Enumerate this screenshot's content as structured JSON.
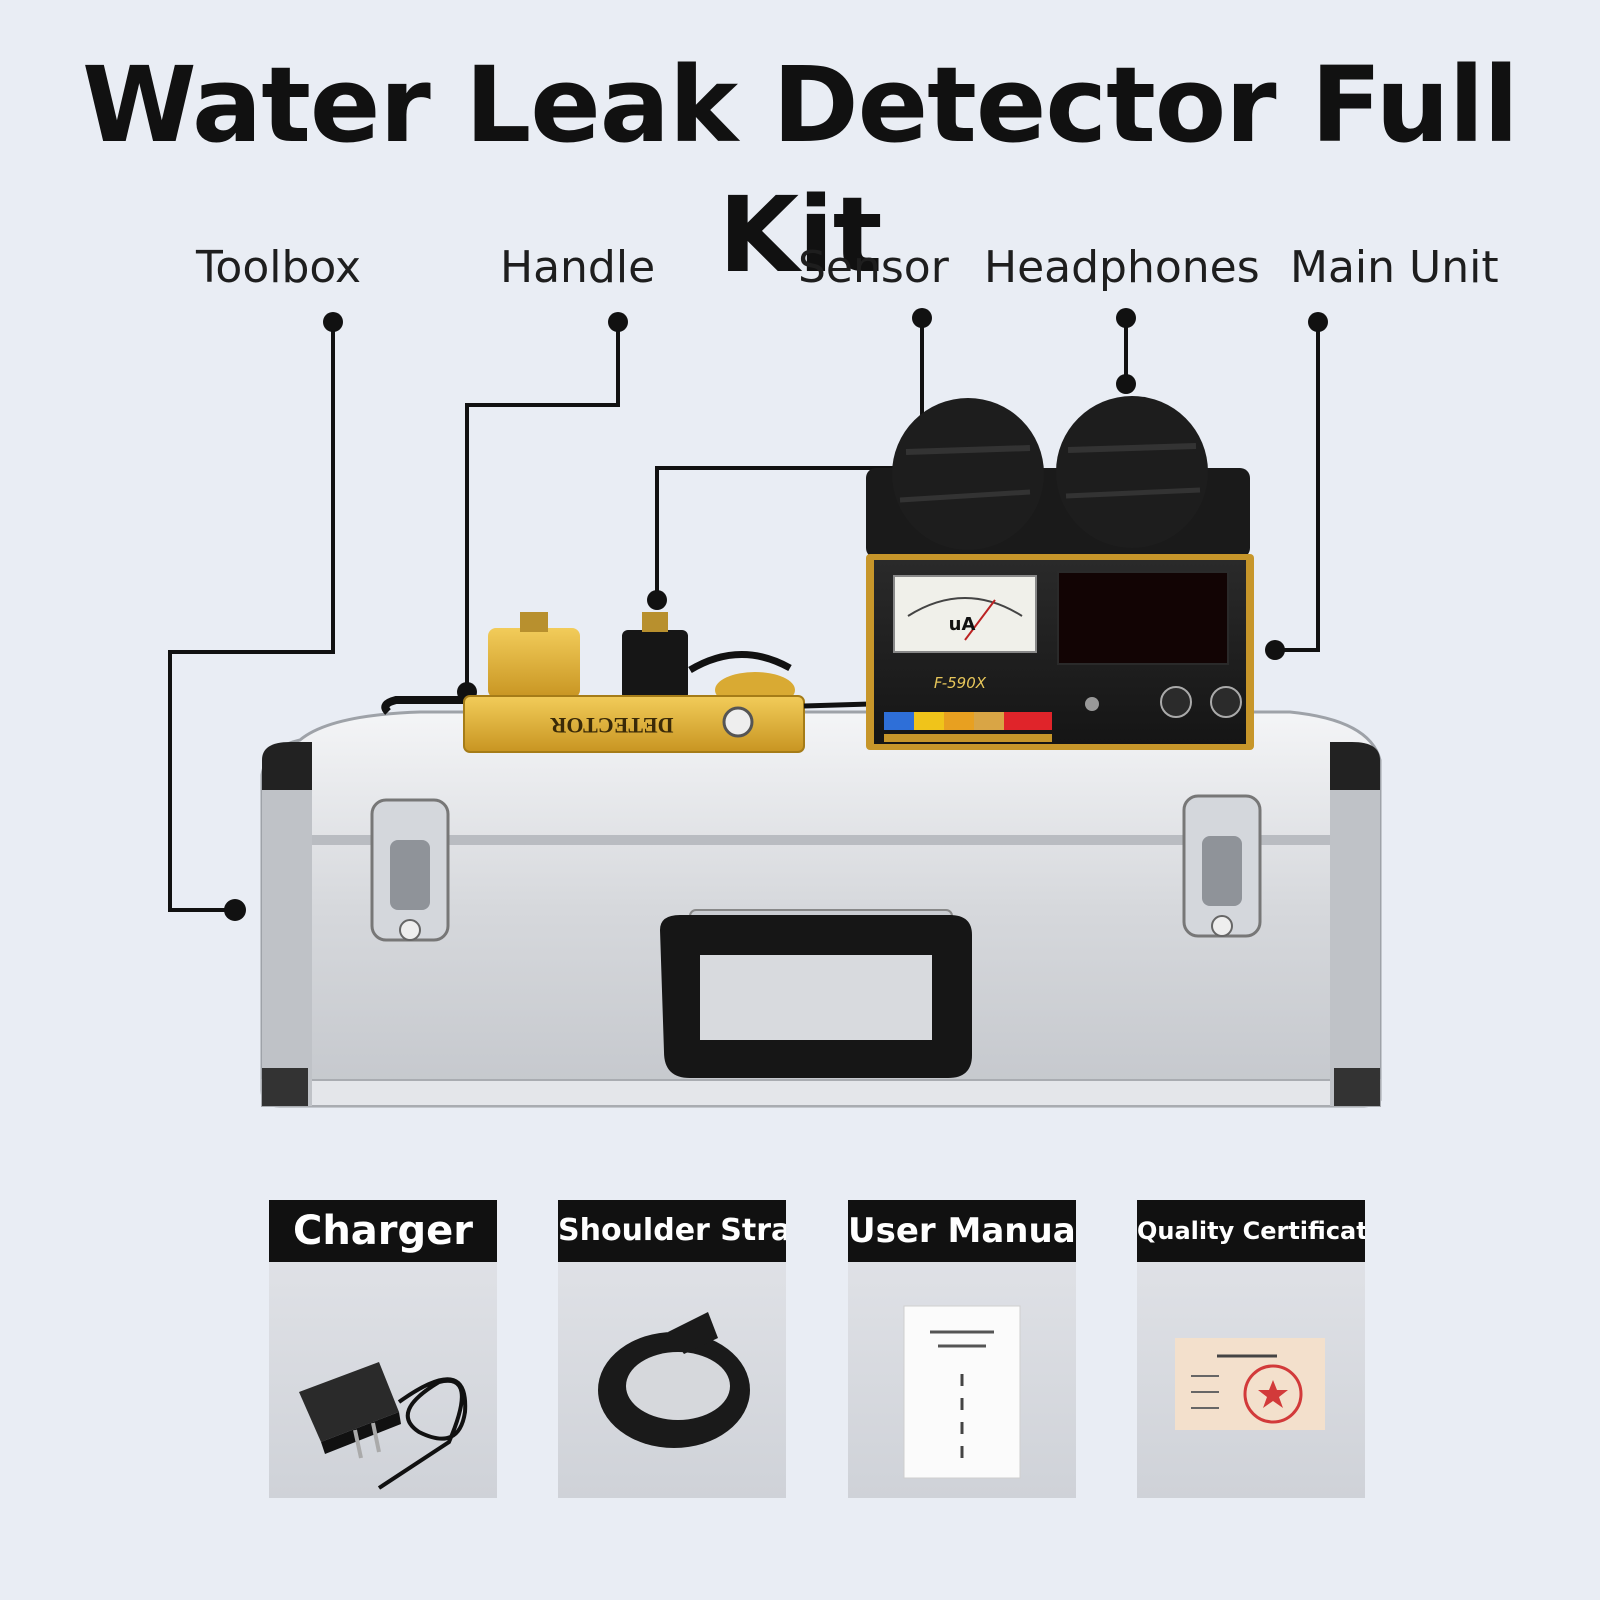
{
  "title": "Water Leak Detector Full Kit",
  "callouts": {
    "toolbox": "Toolbox",
    "handle": "Handle",
    "sensor": "Sensor",
    "headphones": "Headphones",
    "main_unit": "Main Unit"
  },
  "device": {
    "detector_text": "DETECTOR",
    "meter_unit": "uA",
    "model": "F-590X"
  },
  "accessories": [
    {
      "label": "Charger"
    },
    {
      "label": "Shoulder Strap"
    },
    {
      "label": "User Manual"
    },
    {
      "label": "Quality Certificate"
    }
  ],
  "icons": [
    "charger-icon",
    "strap-icon",
    "manual-icon",
    "certificate-icon"
  ]
}
